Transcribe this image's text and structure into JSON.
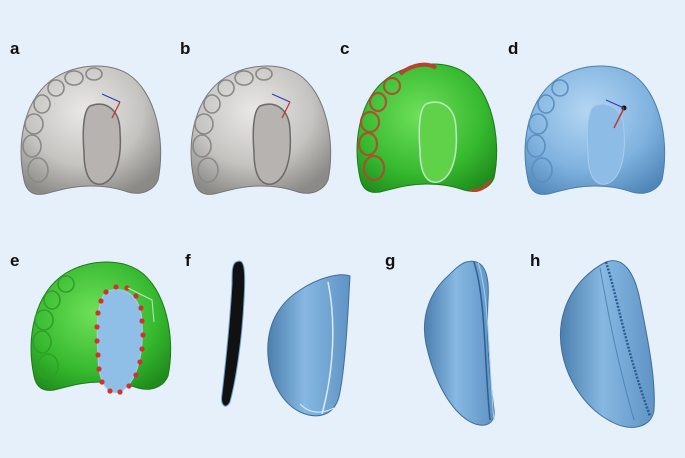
{
  "panels": [
    {
      "label": "a"
    },
    {
      "label": "b"
    },
    {
      "label": "c"
    },
    {
      "label": "d"
    },
    {
      "label": "e"
    },
    {
      "label": "f"
    },
    {
      "label": "g"
    },
    {
      "label": "h"
    }
  ],
  "colors": {
    "background": "#e6f0fa",
    "plaster_gray": "#c9c7c5",
    "deviation_green": "#3fc43a",
    "deviation_red": "#b8442e",
    "scan_blue": "#7fb2de",
    "margin_points_red": "#d2322d",
    "section_black": "#111111"
  },
  "icons": [
    "maxillary-cast-3d-model",
    "margin-marker-points",
    "axis-gizmo",
    "palatal-plate-shell"
  ]
}
